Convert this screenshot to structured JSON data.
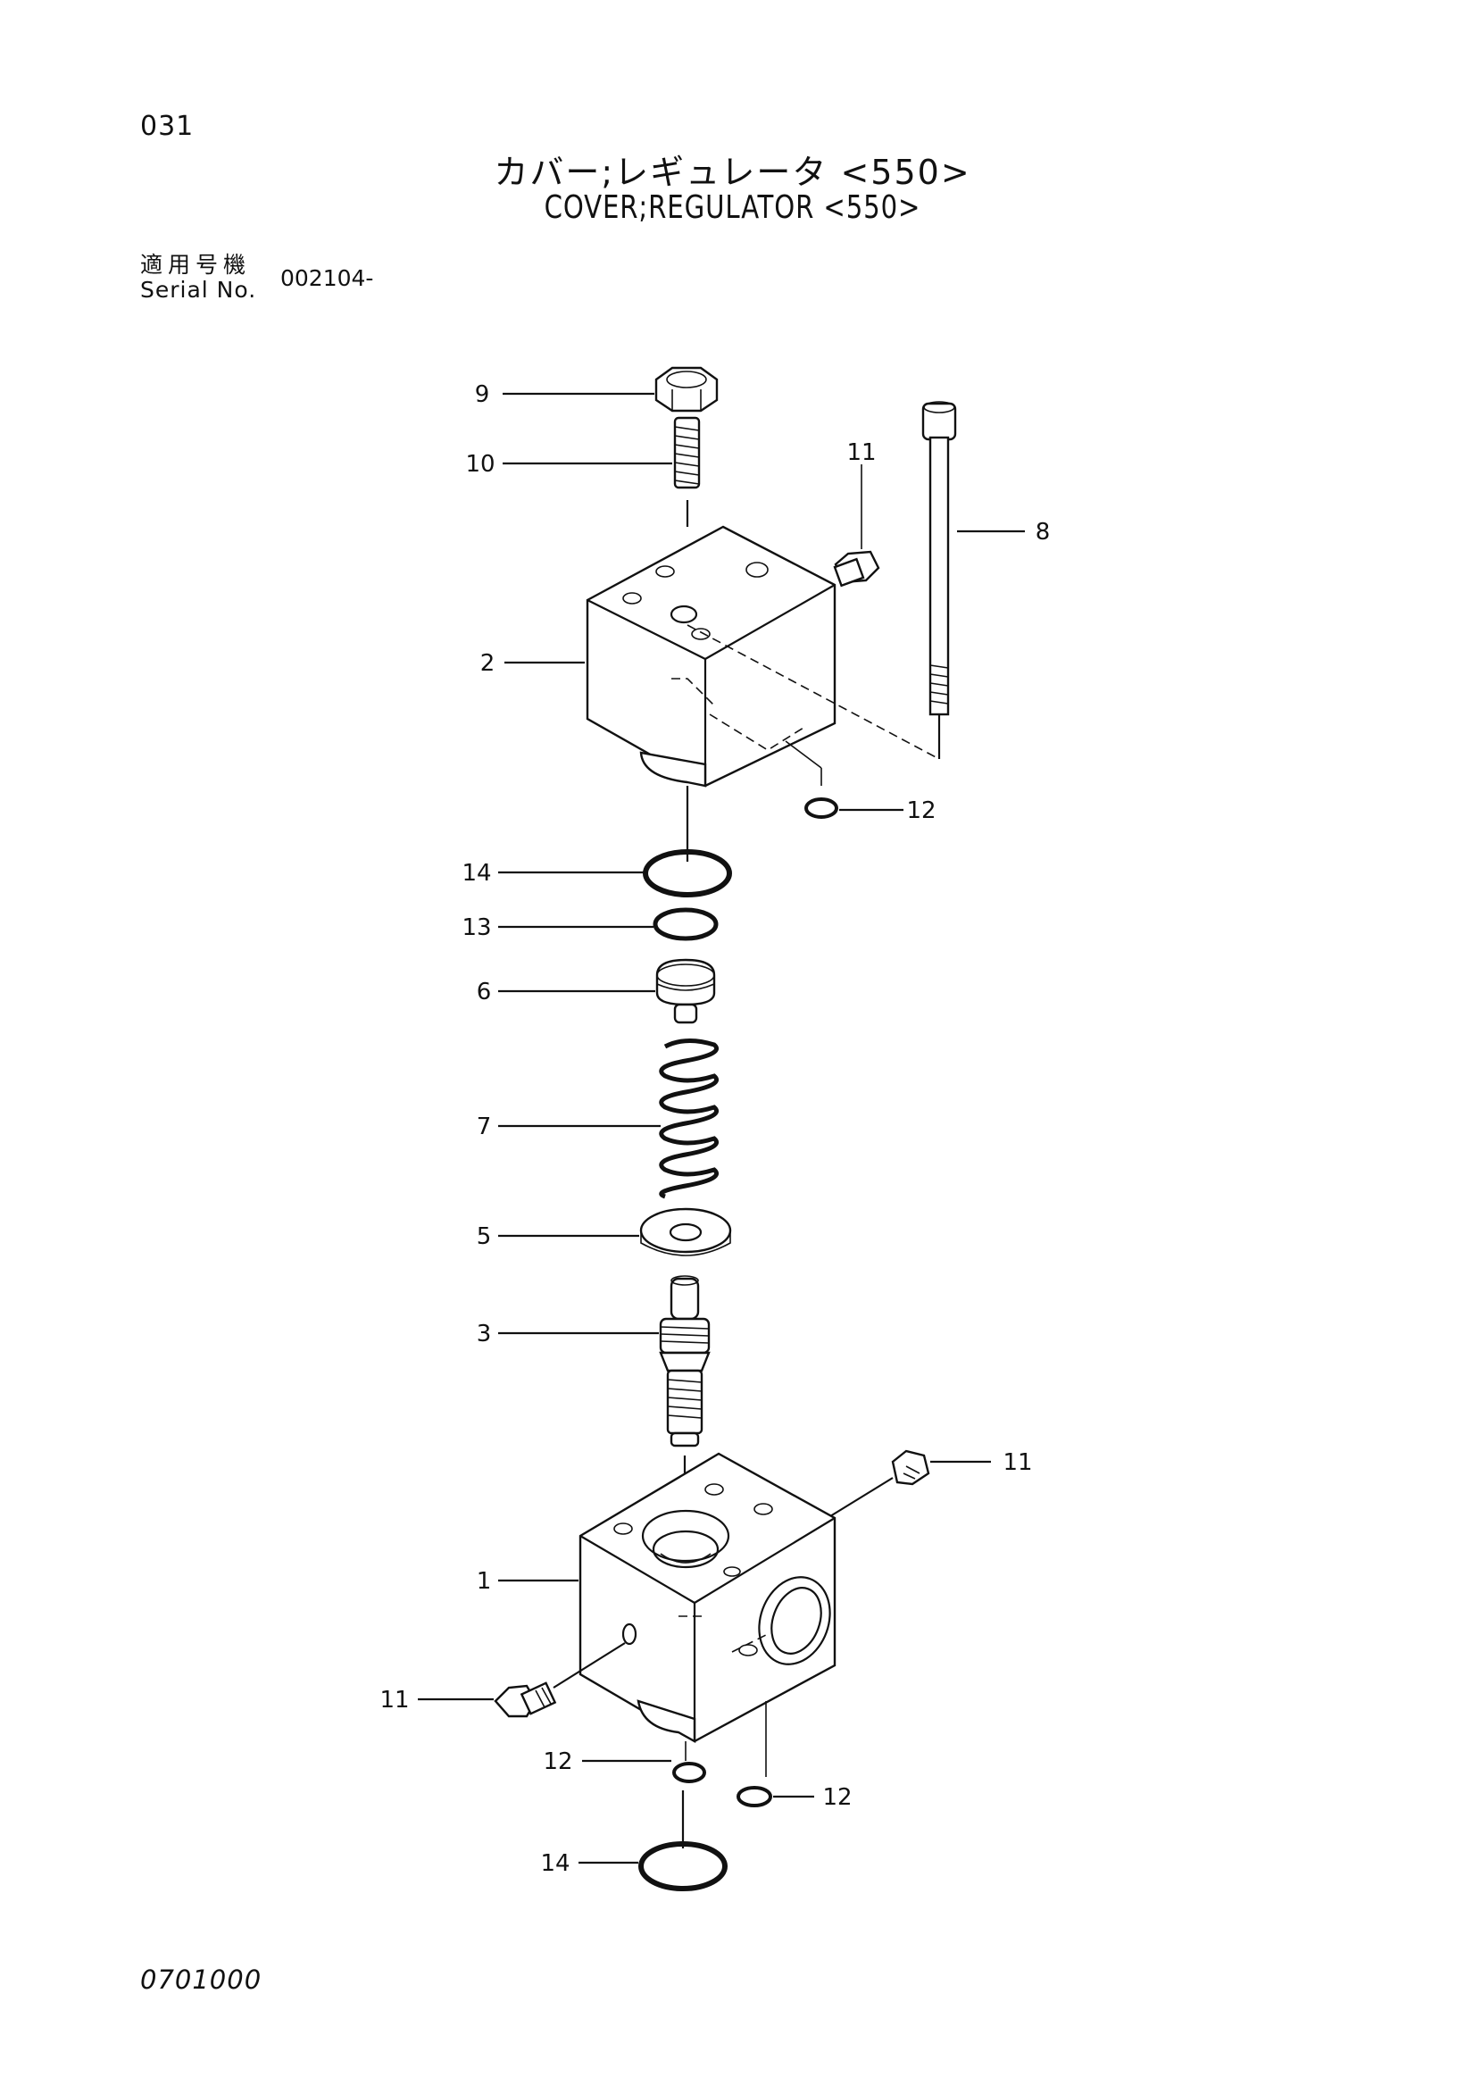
{
  "header": {
    "page_number": "031",
    "title_jp": "カバー;レギュレータ <550>",
    "title_en": "COVER;REGULATOR <550>",
    "serial_label_jp": "適用号機",
    "serial_label_en": "Serial No.",
    "serial_value": "002104-"
  },
  "callouts": [
    {
      "id": "c9",
      "label": "9"
    },
    {
      "id": "c10",
      "label": "10"
    },
    {
      "id": "c11a",
      "label": "11"
    },
    {
      "id": "c8",
      "label": "8"
    },
    {
      "id": "c2",
      "label": "2"
    },
    {
      "id": "c12a",
      "label": "12"
    },
    {
      "id": "c14a",
      "label": "14"
    },
    {
      "id": "c13",
      "label": "13"
    },
    {
      "id": "c6",
      "label": "6"
    },
    {
      "id": "c7",
      "label": "7"
    },
    {
      "id": "c5",
      "label": "5"
    },
    {
      "id": "c3",
      "label": "3"
    },
    {
      "id": "c11b",
      "label": "11"
    },
    {
      "id": "c1",
      "label": "1"
    },
    {
      "id": "c11c",
      "label": "11"
    },
    {
      "id": "c12b",
      "label": "12"
    },
    {
      "id": "c12c",
      "label": "12"
    },
    {
      "id": "c14b",
      "label": "14"
    }
  ],
  "footer": {
    "code": "0701000"
  }
}
